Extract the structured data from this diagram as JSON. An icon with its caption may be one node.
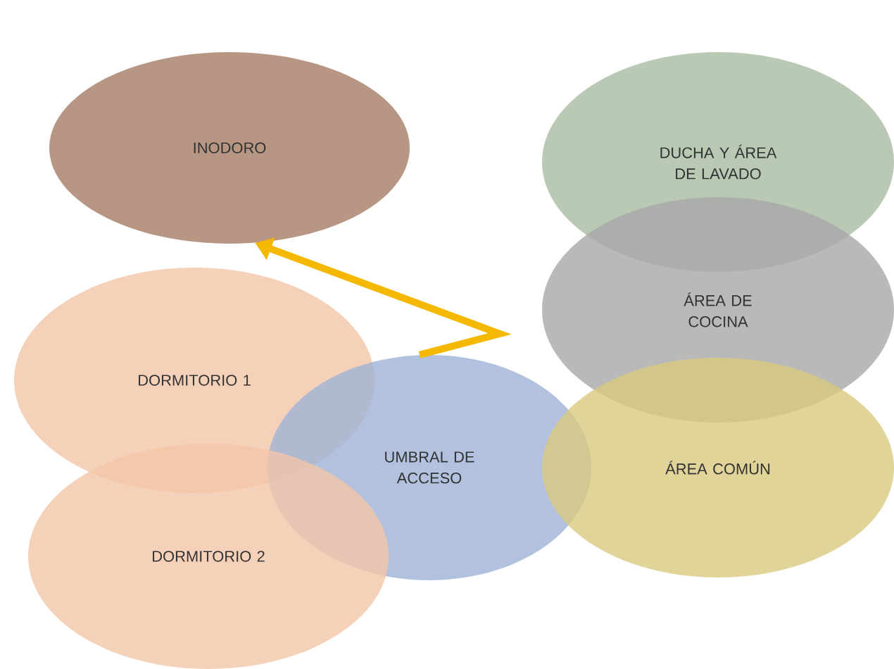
{
  "diagram": {
    "nodes": [
      {
        "text": [
          "INODORO"
        ]
      },
      {
        "text": [
          "DUCHA Y ÁREA DE LAVADO"
        ]
      },
      {
        "text": [
          "ÁREA DE COCINA"
        ]
      },
      {
        "text": [
          "DORMITORIO 1"
        ]
      },
      {
        "text": [
          "UMBRAL DE ACCESO"
        ]
      },
      {
        "text": [
          "ÁREA COMÚN"
        ]
      },
      {
        "text": [
          "DORMITORIO 2"
        ]
      }
    ],
    "edges": [
      {
        "from": 4,
        "to": 0,
        "arrow": "to",
        "color": "#f5b800"
      }
    ]
  }
}
